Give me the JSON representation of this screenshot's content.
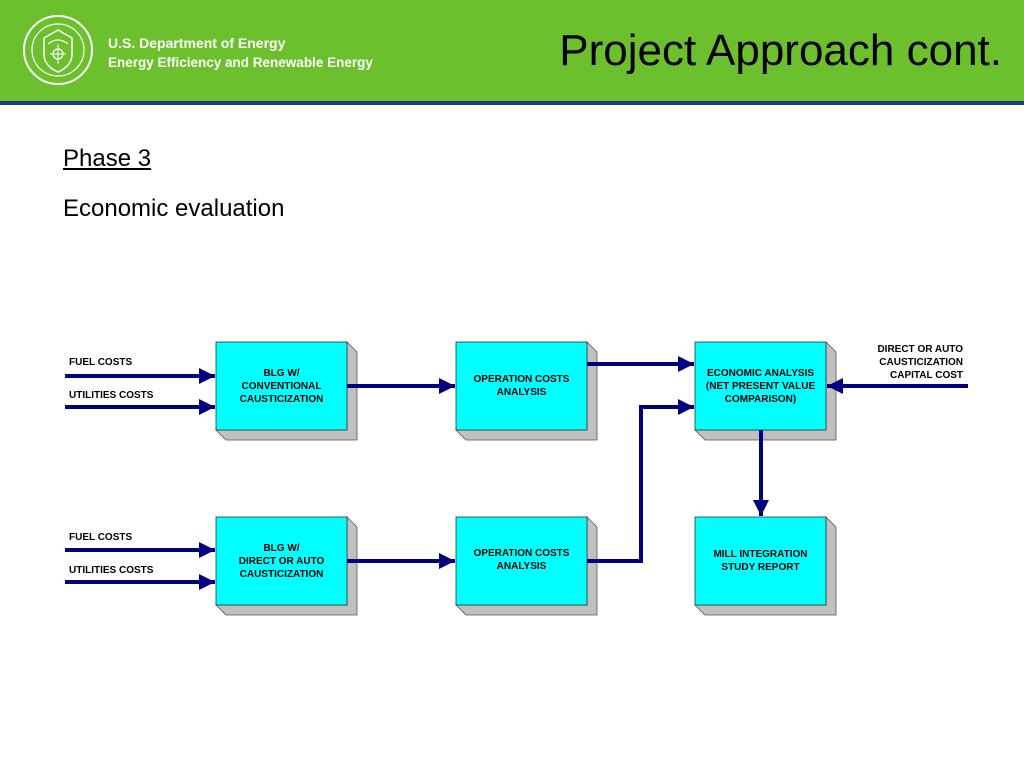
{
  "header": {
    "org_line1": "U.S. Department of Energy",
    "org_line2": "Energy Efficiency and Renewable Energy",
    "title": "Project Approach cont.",
    "seal_icon": "doe-seal-icon",
    "colors": {
      "band": "#6cc02e",
      "rule": "#1f3a8a"
    }
  },
  "content": {
    "phase": "Phase 3",
    "subtitle": "Economic evaluation"
  },
  "diagram": {
    "colors": {
      "box": "#00ffff",
      "shadow": "#c0c0c0",
      "arrow": "#000080"
    },
    "inputs_top": {
      "fuel": "FUEL COSTS",
      "utilities": "UTILITIES COSTS"
    },
    "inputs_bottom": {
      "fuel": "FUEL COSTS",
      "utilities": "UTILITIES COSTS"
    },
    "boxes": {
      "blg_conv": "BLG W/\nCONVENTIONAL\nCAUSTICIZATION",
      "opcost_top": "OPERATION COSTS\nANALYSIS",
      "econ": "ECONOMIC ANALYSIS\n(NET PRESENT VALUE\nCOMPARISON)",
      "blg_direct": "BLG W/\nDIRECT OR AUTO\nCAUSTICIZATION",
      "opcost_bottom": "OPERATION COSTS\nANALYSIS",
      "mill": "MILL INTEGRATION\nSTUDY REPORT"
    },
    "direct_capital": "DIRECT OR AUTO\nCAUSTICIZATION\nCAPITAL COST"
  }
}
